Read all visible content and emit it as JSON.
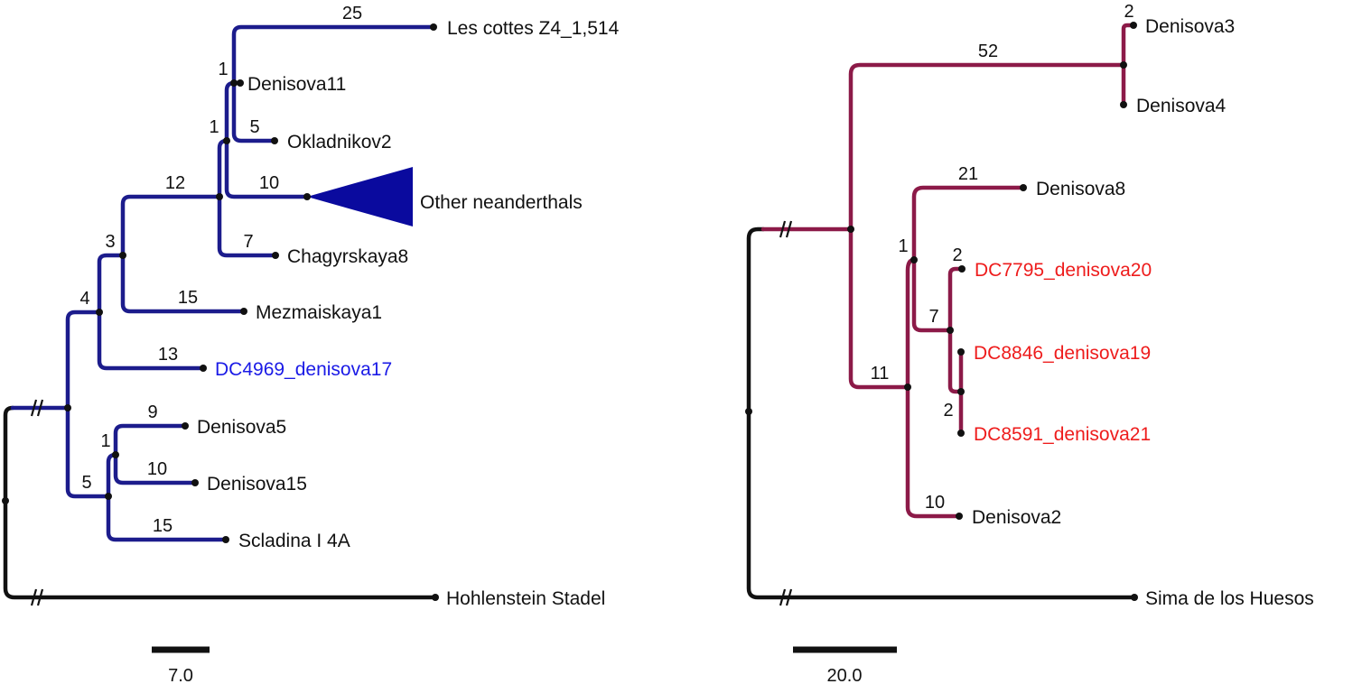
{
  "colors": {
    "neanderthal_branch": "#1c1c8c",
    "denisovan_branch": "#8c1a48",
    "outgroup_branch": "#111111",
    "highlight_blue": "#1a1ae6",
    "highlight_red": "#ee1c1c",
    "collapsed_clade_fill": "#0a0a9e"
  },
  "left_tree": {
    "tips": {
      "les_cottes": "Les cottes Z4_1,514",
      "denisova11": "Denisova11",
      "okladnikov2": "Okladnikov2",
      "other_neanderthals": "Other neanderthals",
      "chagyrskaya8": "Chagyrskaya8",
      "mezmaiskaya1": "Mezmaiskaya1",
      "dc4969": "DC4969_denisova17",
      "denisova5": "Denisova5",
      "denisova15": "Denisova15",
      "scladina": "Scladina I 4A",
      "hohlenstein": "Hohlenstein Stadel"
    },
    "supports": {
      "les_cottes": "25",
      "node_d11": "1",
      "okladnikov2": "5",
      "node_inner": "1",
      "other_neanderthals": "10",
      "node_12": "12",
      "chagyrskaya8": "7",
      "node_3": "3",
      "mezmaiskaya1": "15",
      "node_4": "4",
      "dc4969": "13",
      "denisova5": "9",
      "node_1b": "1",
      "denisova15": "10",
      "node_5": "5",
      "scladina": "15"
    },
    "scale_bar": "7.0"
  },
  "right_tree": {
    "tips": {
      "denisova3": "Denisova3",
      "denisova4": "Denisova4",
      "denisova8": "Denisova8",
      "dc7795": "DC7795_denisova20",
      "dc8846": "DC8846_denisova19",
      "dc8591": "DC8591_denisova21",
      "denisova2": "Denisova2",
      "sima": "Sima de los Huesos"
    },
    "supports": {
      "denisova3": "2",
      "node_52": "52",
      "denisova8": "21",
      "node_1": "1",
      "dc7795": "2",
      "node_7": "7",
      "node_11": "11",
      "node_2": "2",
      "denisova2": "10"
    },
    "scale_bar": "20.0"
  }
}
